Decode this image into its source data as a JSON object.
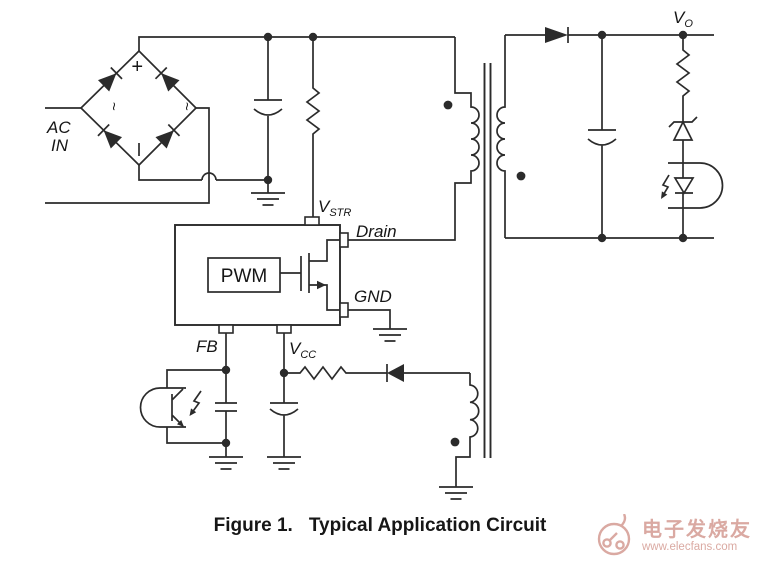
{
  "colors": {
    "line": "#2b2b2b",
    "watermark": "#d49b92"
  },
  "caption": {
    "prefix": "Figure 1.",
    "title": "Typical Application Circuit"
  },
  "labels": {
    "ac_top": "AC",
    "ac_bottom": "IN",
    "plus": "+",
    "wave": "~",
    "vstr_base": "V",
    "vstr_sub": "STR",
    "drain": "Drain",
    "gnd": "GND",
    "pwm": "PWM",
    "fb": "FB",
    "vcc_base": "V",
    "vcc_sub": "CC",
    "vo_base": "V",
    "vo_sub": "O"
  },
  "watermark": {
    "brand": "电子发烧友",
    "url": "www.elecfans.com"
  }
}
